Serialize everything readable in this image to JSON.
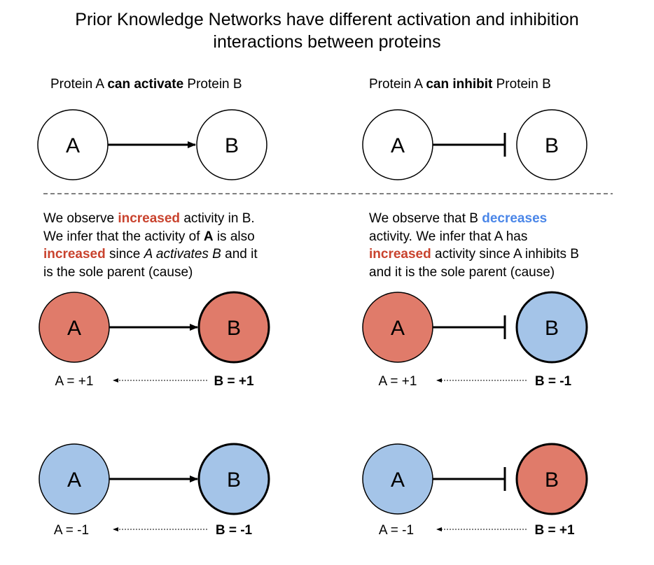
{
  "title_line1": "Prior Knowledge Networks have different activation and inhibition",
  "title_line2": "interactions between proteins",
  "left_heading": {
    "pre": "Protein A ",
    "bold": "can activate",
    "post": " Protein B"
  },
  "right_heading": {
    "pre": "Protein A ",
    "bold": "can inhibit",
    "post": " Protein B"
  },
  "left_paragraph": {
    "p1": "We observe ",
    "increased1": "increased",
    "p2": " activity in B.",
    "p3": "We infer that the activity of ",
    "A": "A",
    "p4": " is also",
    "increased2": "increased",
    "p5": " since ",
    "italic": "A activates B",
    "p6": " and it",
    "p7": "is the sole parent (cause)"
  },
  "right_paragraph": {
    "p1": "We observe that B ",
    "decreases": "decreases",
    "p2": "activity. We infer that A has",
    "increased": "increased",
    "p3": " activity since A inhibits B",
    "p4": "and it is the sole parent (cause)"
  },
  "node_labels": {
    "a": "A",
    "b": "B"
  },
  "values": {
    "row2_left_a": "A = +1",
    "row2_left_b": "B = +1",
    "row2_right_a": "A = +1",
    "row2_right_b": "B = -1",
    "row3_left_a": "A = -1",
    "row3_left_b": "B = -1",
    "row3_right_a": "A = -1",
    "row3_right_b": "B = +1"
  },
  "colors": {
    "increased": "#e07b6a",
    "decreased": "#a4c4e8",
    "neutral": "#ffffff"
  }
}
